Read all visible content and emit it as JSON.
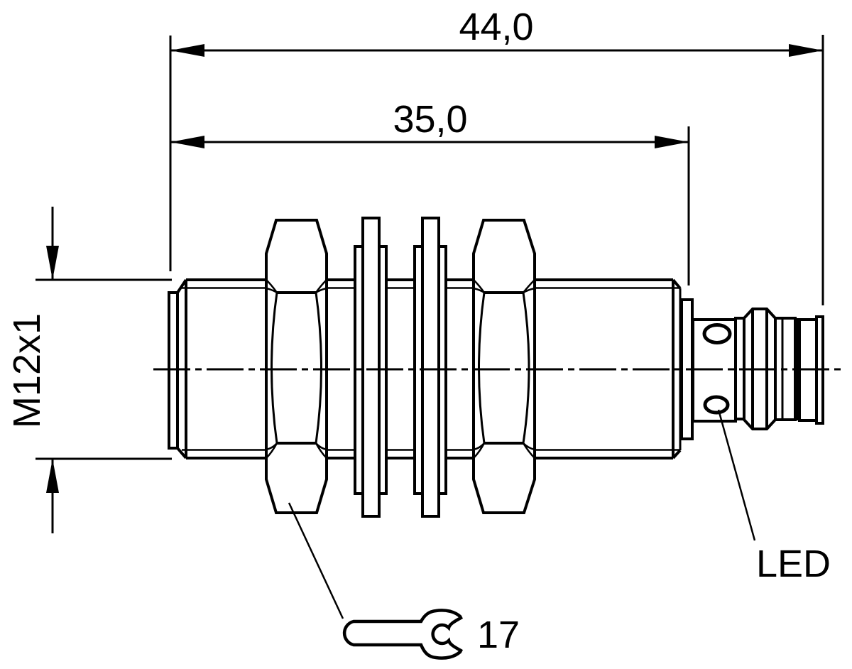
{
  "drawing": {
    "dimensions": {
      "overall_length": {
        "label": "44,0"
      },
      "threaded_length": {
        "label": "35,0"
      },
      "thread": {
        "label": "M12x1"
      },
      "wrench_size": {
        "label": "17"
      }
    },
    "callouts": {
      "led": {
        "label": "LED"
      }
    },
    "icons": {
      "wrench": "wrench-icon"
    },
    "colors": {
      "line": "#000000",
      "background": "#ffffff"
    }
  }
}
